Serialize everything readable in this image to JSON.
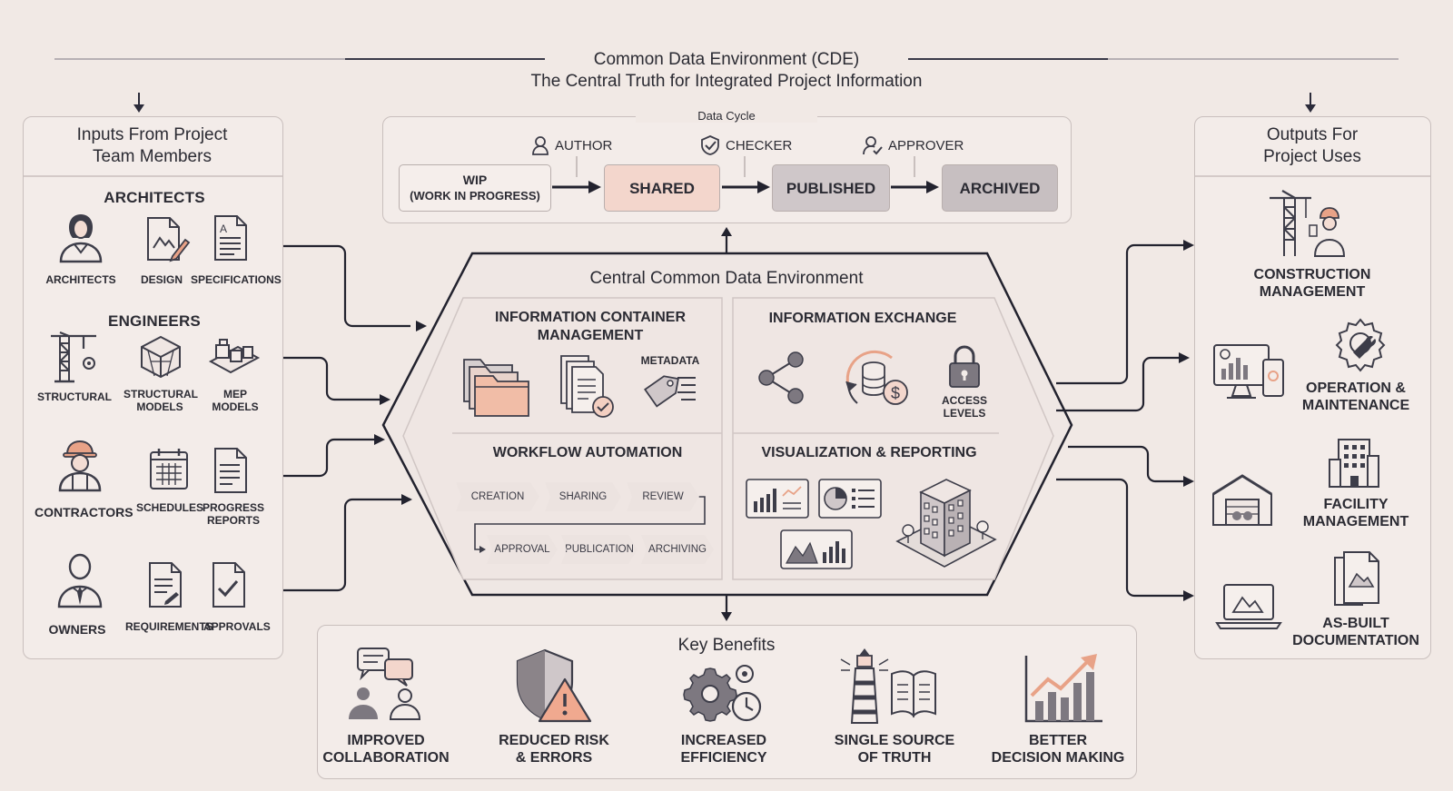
{
  "header": {
    "title": "Common Data Environment (CDE)",
    "subtitle": "The Central Truth for Integrated Project Information"
  },
  "inputs": {
    "heading": "Inputs From Project Team Members",
    "groups": [
      {
        "title": "ARCHITECTS",
        "items": [
          "ARCHITECTS",
          "DESIGN",
          "SPECIFICATIONS"
        ]
      },
      {
        "title": "ENGINEERS",
        "items": [
          "STRUCTURAL",
          "STRUCTURAL MODELS",
          "MEP MODELS"
        ]
      },
      {
        "title": "",
        "items": [
          "CONTRACTORS",
          "SCHEDULES",
          "PROGRESS REPORTS"
        ]
      },
      {
        "title": "",
        "items": [
          "OWNERS",
          "REQUIREMENTS",
          "APPROVALS"
        ]
      }
    ]
  },
  "data_cycle": {
    "label": "Data Cycle",
    "roles": [
      "AUTHOR",
      "CHECKER",
      "APPROVER"
    ],
    "stages": [
      "WIP",
      "(WORK IN PROGRESS)",
      "SHARED",
      "PUBLISHED",
      "ARCHIVED"
    ]
  },
  "central": {
    "title": "Central Common Data Environment",
    "icm": {
      "title_line1": "INFORMATION CONTAINER",
      "title_line2": "MANAGEMENT",
      "metadata": "METADATA"
    },
    "exchange": {
      "title": "INFORMATION EXCHANGE",
      "access_line1": "ACCESS",
      "access_line2": "LEVELS"
    },
    "workflow": {
      "title": "WORKFLOW AUTOMATION",
      "steps": [
        "CREATION",
        "SHARING",
        "REVIEW",
        "APPROVAL",
        "PUBLICATION",
        "ARCHIVING"
      ]
    },
    "visual": {
      "title": "VISUALIZATION & REPORTING"
    }
  },
  "outputs": {
    "heading_line1": "Outputs For",
    "heading_line2": "Project Uses",
    "items": [
      [
        "CONSTRUCTION",
        "MANAGEMENT"
      ],
      [
        "OPERATION &",
        "MAINTENANCE"
      ],
      [
        "FACILITY",
        "MANAGEMENT"
      ],
      [
        "AS-BUILT",
        "DOCUMENTATION"
      ]
    ]
  },
  "benefits": {
    "heading": "Key Benefits",
    "items": [
      [
        "IMPROVED",
        "COLLABORATION"
      ],
      [
        "REDUCED RISK",
        "& ERRORS"
      ],
      [
        "INCREASED",
        "EFFICIENCY"
      ],
      [
        "SINGLE SOURCE",
        "OF TRUTH"
      ],
      [
        "BETTER",
        "DECISION MAKING"
      ]
    ]
  },
  "colors": {
    "background": "#f1e9e5",
    "shared_stage": "#f3d6cc",
    "published_stage": "#cfc7c9",
    "archived_stage": "#c7bfc1",
    "accent": "#e8a287",
    "line": "#2b2b3a"
  }
}
